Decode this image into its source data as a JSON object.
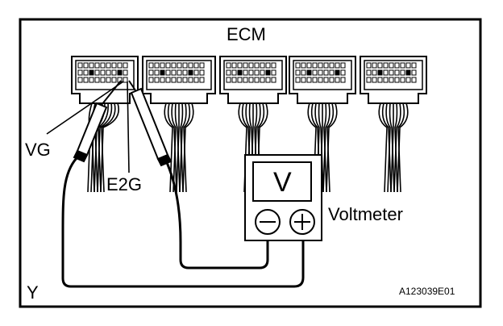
{
  "labels": {
    "ecm": "ECM",
    "vg": "VG",
    "e2g": "E2G",
    "meter_letter": "V",
    "voltmeter": "Voltmeter",
    "corner_letter": "Y",
    "figure_code": "A123039E01"
  },
  "colors": {
    "ink": "#000000",
    "paper": "#ffffff"
  },
  "icons": {
    "minus_terminal": "minus-terminal-icon",
    "plus_terminal": "plus-terminal-icon"
  }
}
